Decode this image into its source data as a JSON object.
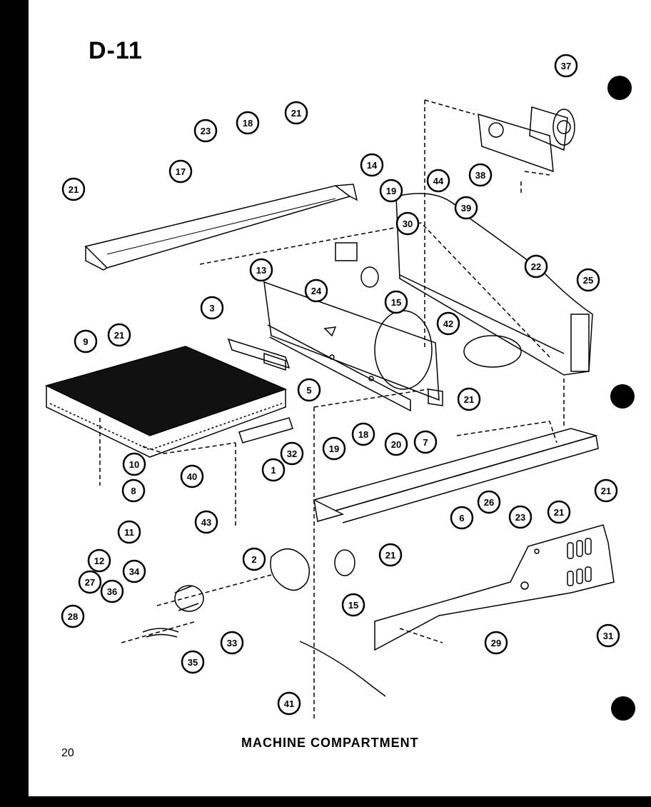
{
  "page_title": "D-11",
  "caption": "MACHINE COMPARTMENT",
  "page_number": "20",
  "callouts": [
    {
      "label": "37"
    },
    {
      "label": "44"
    },
    {
      "label": "38"
    },
    {
      "label": "39"
    },
    {
      "label": "23"
    },
    {
      "label": "18"
    },
    {
      "label": "21"
    },
    {
      "label": "17"
    },
    {
      "label": "21"
    },
    {
      "label": "14"
    },
    {
      "label": "19"
    },
    {
      "label": "30"
    },
    {
      "label": "13"
    },
    {
      "label": "15"
    },
    {
      "label": "24"
    },
    {
      "label": "22"
    },
    {
      "label": "25"
    },
    {
      "label": "21"
    },
    {
      "label": "3"
    },
    {
      "label": "9"
    },
    {
      "label": "42"
    },
    {
      "label": "5"
    },
    {
      "label": "21"
    },
    {
      "label": "20"
    },
    {
      "label": "7"
    },
    {
      "label": "18"
    },
    {
      "label": "19"
    },
    {
      "label": "32"
    },
    {
      "label": "10"
    },
    {
      "label": "1"
    },
    {
      "label": "40"
    },
    {
      "label": "8"
    },
    {
      "label": "26"
    },
    {
      "label": "6"
    },
    {
      "label": "23"
    },
    {
      "label": "21"
    },
    {
      "label": "21"
    },
    {
      "label": "11"
    },
    {
      "label": "43"
    },
    {
      "label": "12"
    },
    {
      "label": "2"
    },
    {
      "label": "27"
    },
    {
      "label": "21"
    },
    {
      "label": "34"
    },
    {
      "label": "36"
    },
    {
      "label": "15"
    },
    {
      "label": "28"
    },
    {
      "label": "33"
    },
    {
      "label": "35"
    },
    {
      "label": "31"
    },
    {
      "label": "29"
    },
    {
      "label": "41"
    }
  ]
}
